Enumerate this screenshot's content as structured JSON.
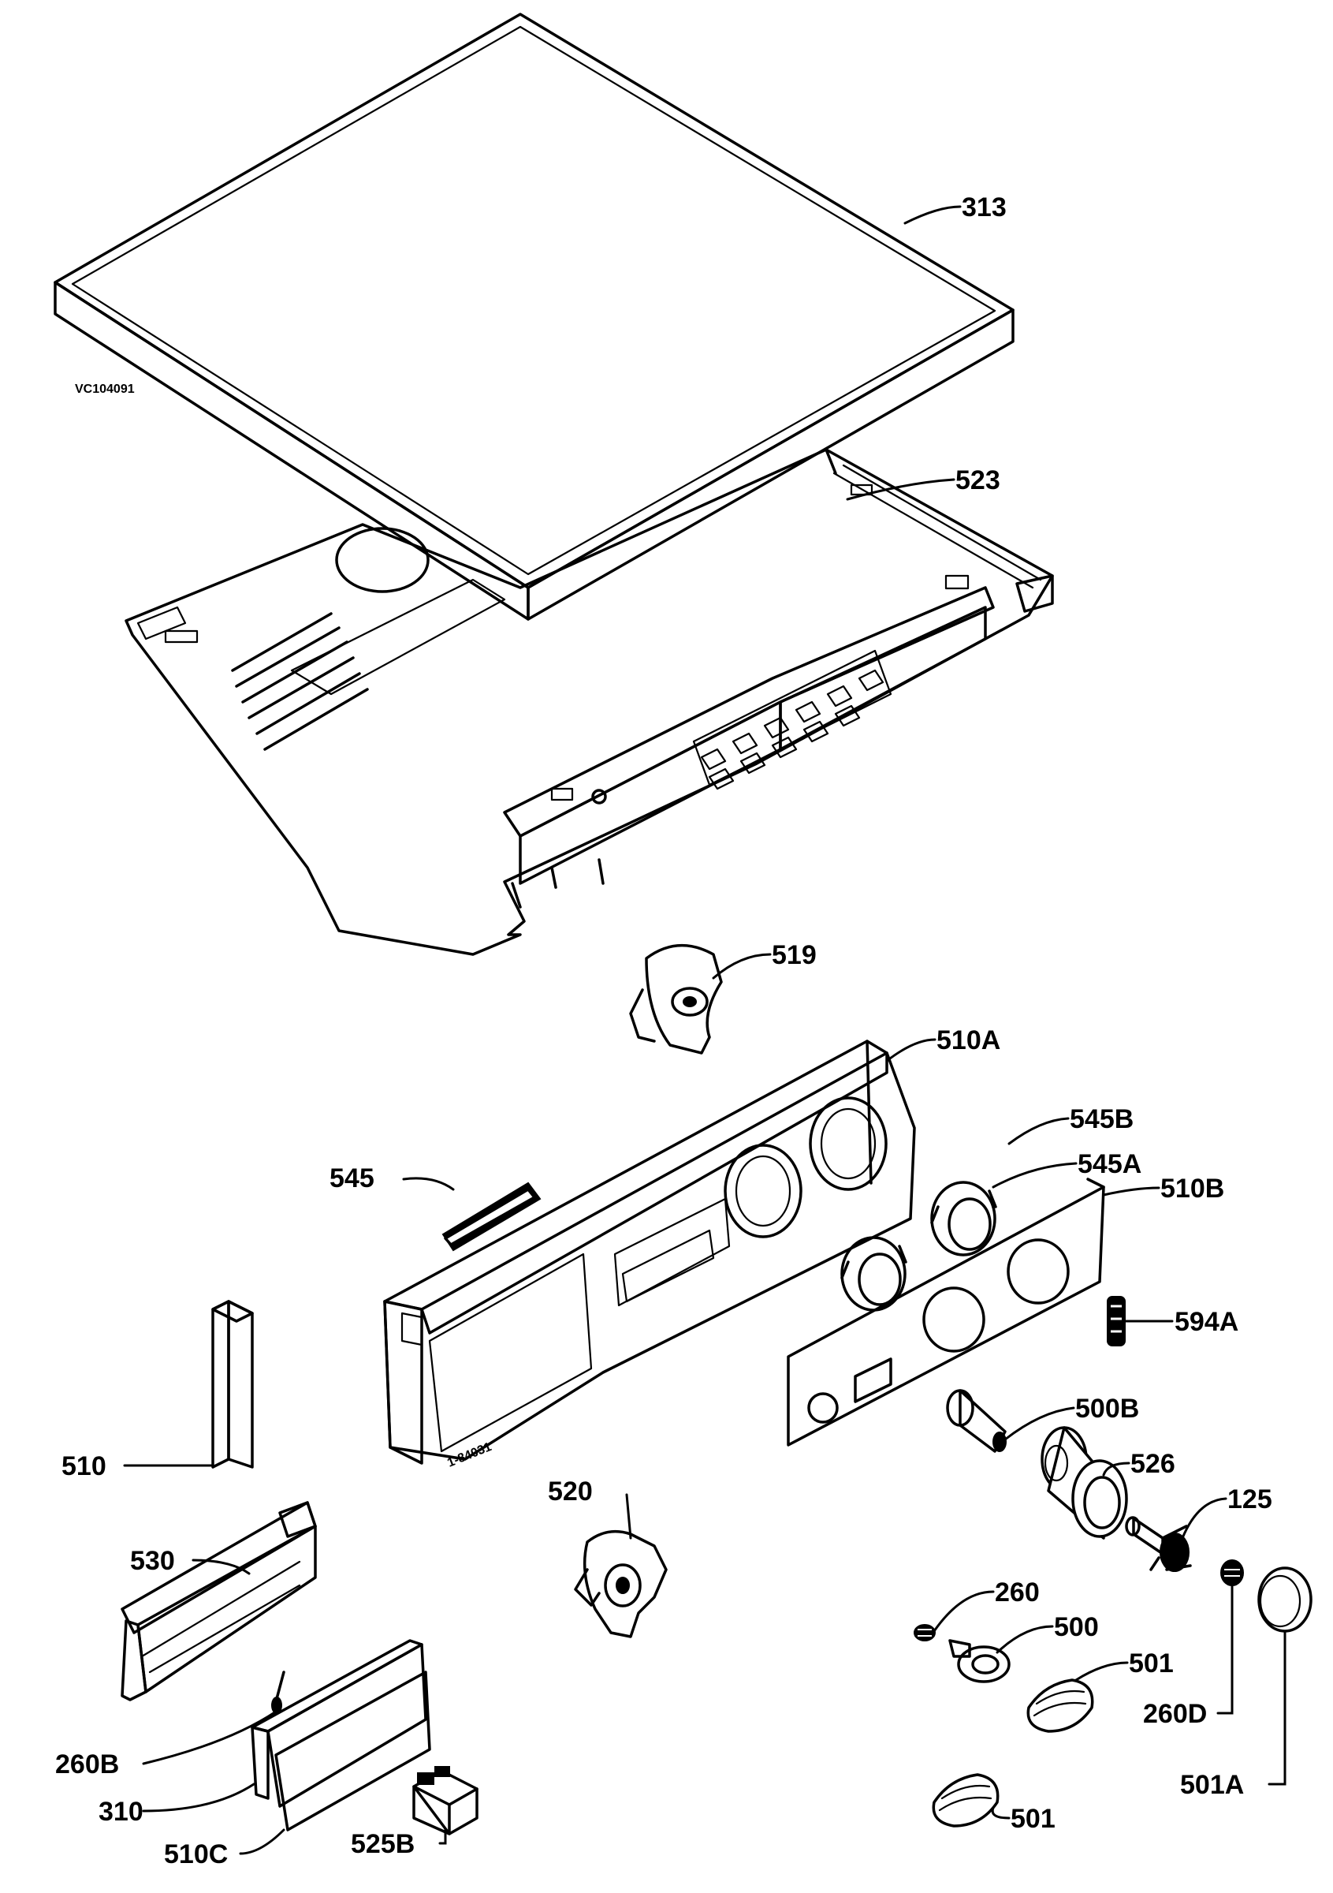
{
  "drawing_code": "VC104091",
  "panel_code": "1-84031",
  "callouts": [
    {
      "id": "313",
      "text": "313"
    },
    {
      "id": "523",
      "text": "523"
    },
    {
      "id": "519",
      "text": "519"
    },
    {
      "id": "510a",
      "text": "510A"
    },
    {
      "id": "545b",
      "text": "545B"
    },
    {
      "id": "545a",
      "text": "545A"
    },
    {
      "id": "545",
      "text": "545"
    },
    {
      "id": "510b",
      "text": "510B"
    },
    {
      "id": "594a",
      "text": "594A"
    },
    {
      "id": "500b",
      "text": "500B"
    },
    {
      "id": "526",
      "text": "526"
    },
    {
      "id": "510",
      "text": "510"
    },
    {
      "id": "520",
      "text": "520"
    },
    {
      "id": "125",
      "text": "125"
    },
    {
      "id": "530",
      "text": "530"
    },
    {
      "id": "260",
      "text": "260"
    },
    {
      "id": "500",
      "text": "500"
    },
    {
      "id": "501-upper",
      "text": "501"
    },
    {
      "id": "260d",
      "text": "260D"
    },
    {
      "id": "260b",
      "text": "260B"
    },
    {
      "id": "501a",
      "text": "501A"
    },
    {
      "id": "310",
      "text": "310"
    },
    {
      "id": "501-lower",
      "text": "501"
    },
    {
      "id": "510c",
      "text": "510C"
    },
    {
      "id": "525b",
      "text": "525B"
    }
  ]
}
